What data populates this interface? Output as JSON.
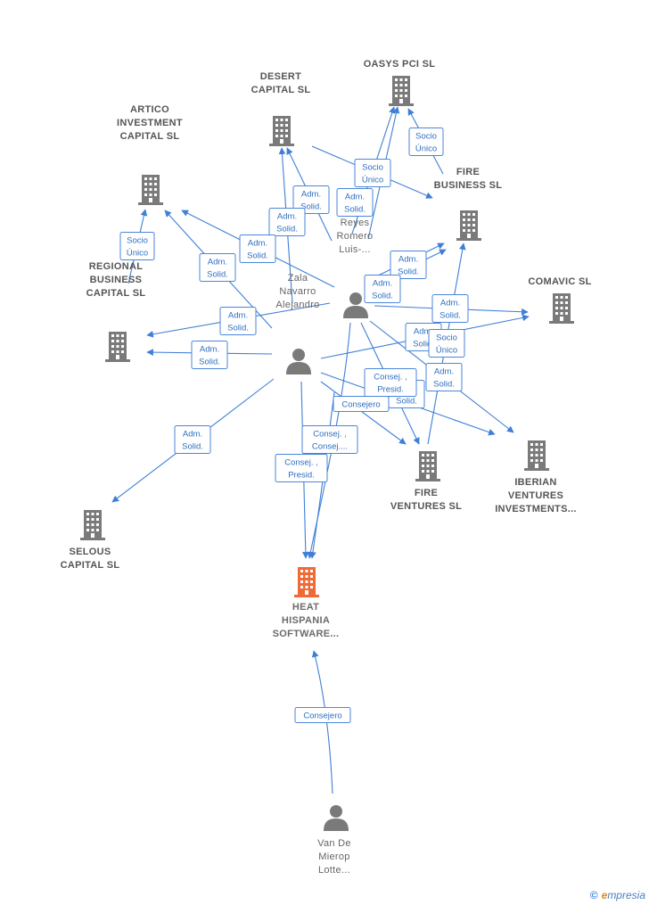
{
  "colors": {
    "company": "#7a7a7a",
    "main_company": "#f06a35",
    "person": "#7a7a7a",
    "edge": "#3f7fd6",
    "label_text": "#555555"
  },
  "nodes": [
    {
      "id": "oasys",
      "type": "company",
      "lines": [
        "OASYS PCI SL"
      ]
    },
    {
      "id": "desert",
      "type": "company",
      "lines": [
        "DESERT",
        "CAPITAL SL"
      ]
    },
    {
      "id": "artico",
      "type": "company",
      "lines": [
        "ARTICO",
        "INVESTMENT",
        "CAPITAL SL"
      ]
    },
    {
      "id": "fireb",
      "type": "company",
      "lines": [
        "FIRE",
        "BUSINESS SL"
      ]
    },
    {
      "id": "comavic",
      "type": "company",
      "lines": [
        "COMAVIC SL"
      ]
    },
    {
      "id": "regional",
      "type": "company",
      "lines": [
        "REGIONAL",
        "BUSINESS",
        "CAPITAL SL"
      ]
    },
    {
      "id": "firev",
      "type": "company",
      "lines": [
        "FIRE",
        "VENTURES SL"
      ]
    },
    {
      "id": "iberian",
      "type": "company",
      "lines": [
        "IBERIAN",
        "VENTURES",
        "INVESTMENTS..."
      ]
    },
    {
      "id": "selous",
      "type": "company",
      "lines": [
        "SELOUS",
        "CAPITAL SL"
      ]
    },
    {
      "id": "heat",
      "type": "main",
      "lines": [
        "HEAT",
        "HISPANIA",
        "SOFTWARE..."
      ]
    },
    {
      "id": "reyes",
      "type": "person",
      "lines": [
        "Reyes",
        "Romero",
        "Luis-..."
      ]
    },
    {
      "id": "zala",
      "type": "person",
      "lines": [
        "Zala",
        "Navarro",
        "Alejandro"
      ]
    },
    {
      "id": "vandemierop",
      "type": "person",
      "lines": [
        "Van De",
        "Mierop",
        "Lotte..."
      ]
    }
  ],
  "relations": [
    {
      "lines": [
        "Socio",
        "Único"
      ]
    },
    {
      "lines": [
        "Socio",
        "Único"
      ]
    },
    {
      "lines": [
        "Adm.",
        "Solid."
      ]
    },
    {
      "lines": [
        "Adm.",
        "Solid."
      ]
    },
    {
      "lines": [
        "Adm.",
        "Solid."
      ]
    },
    {
      "lines": [
        "Adm.",
        "Solid."
      ]
    },
    {
      "lines": [
        "Socio",
        "Único"
      ]
    },
    {
      "lines": [
        "Adm.",
        "Solid."
      ]
    },
    {
      "lines": [
        "Adm.",
        "Solid."
      ]
    },
    {
      "lines": [
        "Adm.",
        "Solid."
      ]
    },
    {
      "lines": [
        "Adm.",
        "Solid."
      ]
    },
    {
      "lines": [
        "Adm.",
        "Solid."
      ]
    },
    {
      "lines": [
        "Adm.",
        "Solid."
      ]
    },
    {
      "lines": [
        "Adm.",
        "Solid."
      ]
    },
    {
      "lines": [
        "Adm.",
        "Solid."
      ]
    },
    {
      "lines": [
        "Socio",
        "Único"
      ]
    },
    {
      "lines": [
        "Adm.",
        "Solid."
      ]
    },
    {
      "lines": [
        "Consej. ,",
        "Presid."
      ]
    },
    {
      "lines": [
        "Consejero"
      ]
    },
    {
      "lines": [
        "Adm.",
        "Solid."
      ]
    },
    {
      "lines": [
        "Consej. ,",
        "Consej...."
      ]
    },
    {
      "lines": [
        "Consej. ,",
        "Presid."
      ]
    },
    {
      "lines": [
        "Consejero"
      ]
    }
  ],
  "footer": {
    "copyright": "©",
    "brand_initial": "e",
    "brand_rest": "mpresia"
  }
}
